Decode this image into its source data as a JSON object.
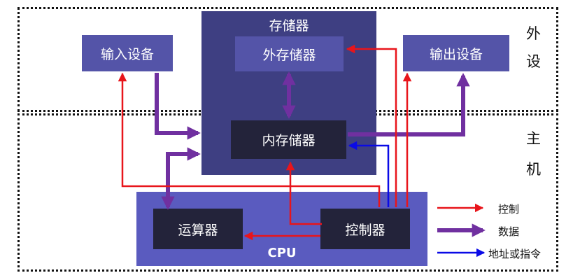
{
  "nodes": {
    "storage": "存储器",
    "external_storage": "外存储器",
    "internal_storage": "内存储器",
    "input_device": "输入设备",
    "output_device": "输出设备",
    "alu": "运算器",
    "controller": "控制器",
    "cpu": "CPU"
  },
  "regions": {
    "peripheral": [
      "外",
      "设"
    ],
    "host": [
      "主",
      "机"
    ]
  },
  "legend": {
    "control": "控制",
    "data": "数据",
    "address": "地址或指令"
  },
  "colors": {
    "storage_bg": "#3e3f82",
    "inner_box": "#5454a8",
    "memory_box": "#23233a",
    "cpu_bg": "#5a5bbf",
    "control_arrow": "#e8151b",
    "data_arrow": "#7030a0",
    "address_arrow": "#0a0ae6"
  }
}
